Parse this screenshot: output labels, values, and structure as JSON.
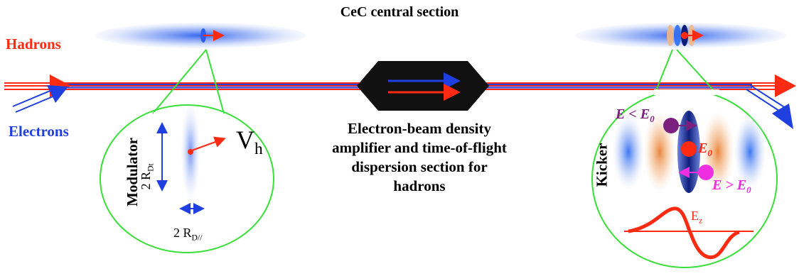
{
  "title": "CeC central section",
  "labels": {
    "hadrons": "Hadrons",
    "electrons": "Electrons",
    "center_lines": [
      "Electron-beam density",
      "amplifier and time-of-flight",
      "dispersion section for",
      "hadrons"
    ],
    "modulator": "Modulator",
    "kicker": "Kicker",
    "vh": {
      "main": "V",
      "sub": "h"
    },
    "r_dt": {
      "main": "2 R",
      "sub": "Dt"
    },
    "r_dpar": {
      "main": "2 R",
      "sub": "D//"
    },
    "e_less": {
      "main": "E < E",
      "sub": "0"
    },
    "e0": {
      "main": "E",
      "sub": "0"
    },
    "e_more": {
      "main": "E > E",
      "sub": "0"
    },
    "ez": {
      "main": "E",
      "sub": "z"
    }
  },
  "colors": {
    "hadron": "#ff2a12",
    "electron": "#1f3fe0",
    "circle": "#38e038",
    "chamber": "#111111",
    "magenta": "#ee2ee0",
    "purple": "#7b1f7f"
  }
}
